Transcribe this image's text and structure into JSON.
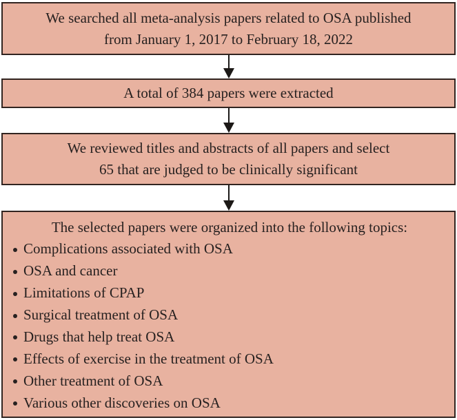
{
  "diagram": {
    "type": "flowchart",
    "colors": {
      "box_fill": "#e8b2a0",
      "box_border": "#312420",
      "text": "#272120",
      "arrow": "#1c1917",
      "background": "#ffffff"
    },
    "steps": [
      {
        "id": "search",
        "lines": [
          "We searched all meta-analysis papers related to OSA published",
          "from January 1, 2017 to February 18, 2022"
        ]
      },
      {
        "id": "extracted",
        "lines": [
          "A total of 384 papers were extracted"
        ]
      },
      {
        "id": "reviewed",
        "lines": [
          "We reviewed titles and abstracts of all papers and select",
          "65 that are judged to be clinically significant"
        ]
      }
    ],
    "topics": {
      "heading": "The selected papers were organized into the following topics:",
      "items": [
        "Complications associated with OSA",
        "OSA and cancer",
        "Limitations of CPAP",
        "Surgical treatment of OSA",
        "Drugs that help treat OSA",
        "Effects of exercise in the treatment of OSA",
        "Other treatment of OSA",
        "Various other discoveries on OSA"
      ]
    }
  }
}
